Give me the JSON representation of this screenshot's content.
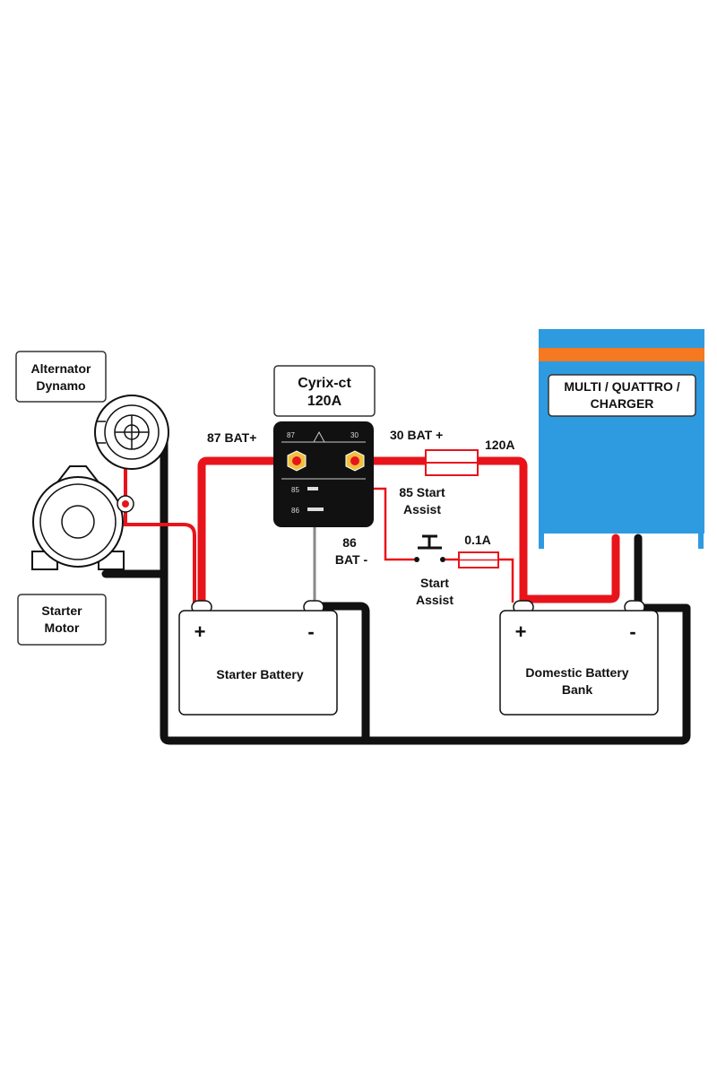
{
  "labels": {
    "alternator_line1": "Alternator",
    "alternator_line2": "Dynamo",
    "starter_motor_line1": "Starter",
    "starter_motor_line2": "Motor",
    "cyrix_title": "Cyrix-ct",
    "cyrix_rating": "120A",
    "terminal_87": "87",
    "terminal_30": "30",
    "terminal_85": "85",
    "terminal_86": "86",
    "bat87": "87 BAT+",
    "bat30": "30 BAT +",
    "fuse_main": "120A",
    "start85_line1": "85 Start",
    "start85_line2": "Assist",
    "bat86_line1": "86",
    "bat86_line2": "BAT -",
    "fuse_small": "0.1A",
    "start_assist_line1": "Start",
    "start_assist_line2": "Assist",
    "starter_battery": "Starter Battery",
    "domestic_line1": "Domestic Battery",
    "domestic_line2": "Bank",
    "charger_line1": "MULTI / QUATTRO /",
    "charger_line2": "CHARGER",
    "plus": "+",
    "minus": "-"
  },
  "colors": {
    "positive_wire": "#e8141b",
    "negative_wire": "#111111",
    "charger_blue": "#2e9be0",
    "charger_orange": "#f47920",
    "relay_body": "#111111"
  }
}
